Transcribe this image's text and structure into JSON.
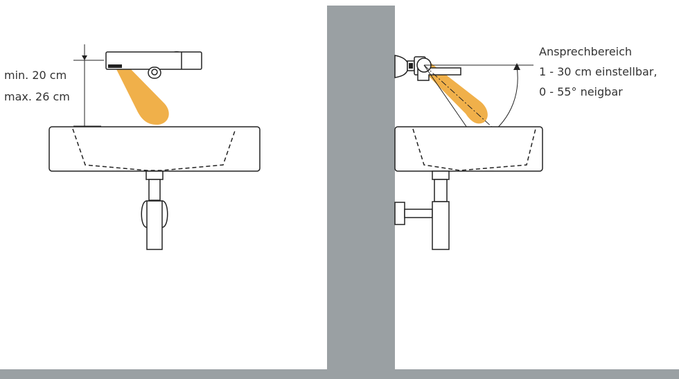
{
  "labels": {
    "min_height": "min. 20 cm",
    "max_height": "max. 26 cm",
    "range_title": "Ansprechbereich",
    "range_distance": "1 - 30 cm einstellbar,",
    "range_angle": "0 - 55° neigbar"
  },
  "colors": {
    "wall": "#9aa0a3",
    "floor": "#9aa0a3",
    "sensor_beam": "#f0b04a",
    "line": "#222222"
  }
}
